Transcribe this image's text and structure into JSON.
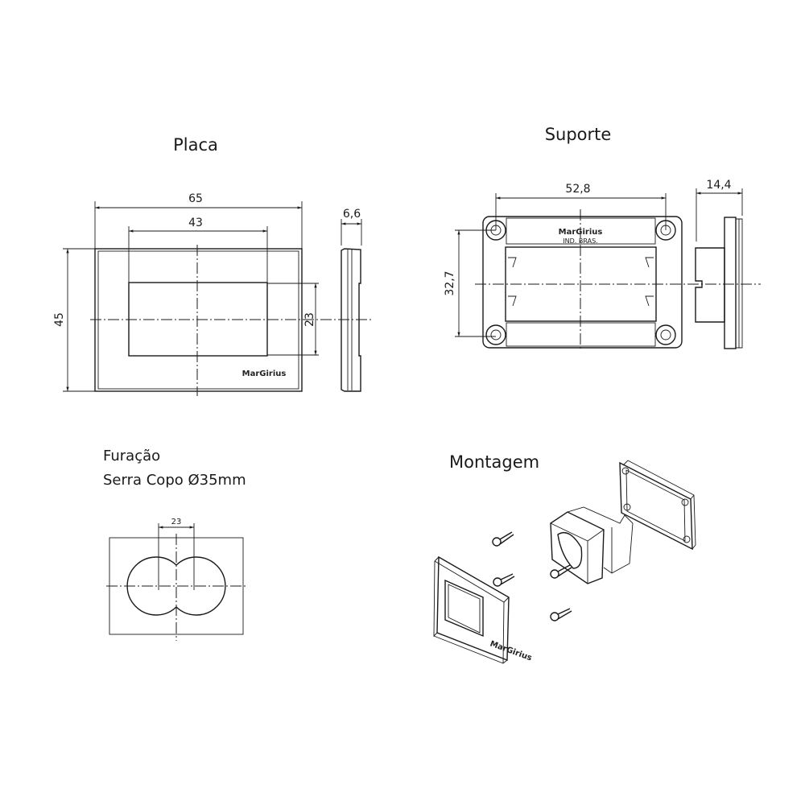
{
  "placa": {
    "title": "Placa",
    "dim_width": "65",
    "dim_window_width": "43",
    "dim_height": "45",
    "dim_window_height": "23",
    "dim_depth": "6,6",
    "logo": "MarGirius"
  },
  "suporte": {
    "title": "Suporte",
    "dim_hole_spacing_h": "52,8",
    "dim_hole_spacing_v": "32,7",
    "dim_depth": "14,4",
    "logo": "MarGirius",
    "origin": "IND. BRAS."
  },
  "furacao": {
    "title": "Furação",
    "subtitle": "Serra Copo Ø35mm",
    "dim_center_spacing": "23"
  },
  "montagem": {
    "title": "Montagem",
    "logo": "MarGirius"
  },
  "colors": {
    "line": "#1a1a1a",
    "background": "#ffffff"
  }
}
